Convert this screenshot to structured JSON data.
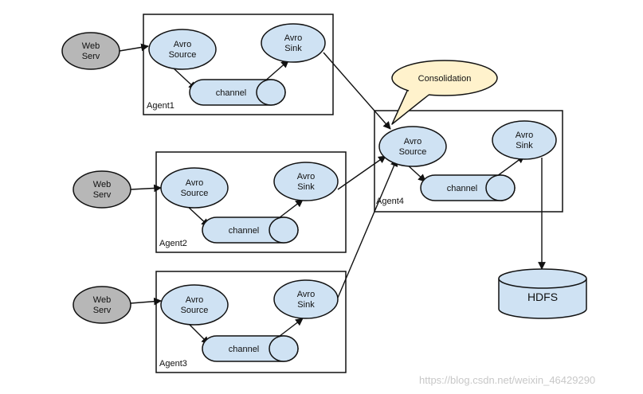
{
  "colors": {
    "node_fill": "#cfe2f3",
    "web_fill": "#b7b7b7",
    "bubble_fill": "#fff2cc",
    "stroke": "#111111"
  },
  "agents": [
    {
      "label": "Agent1",
      "source": [
        "Avro",
        "Source"
      ],
      "sink": [
        "Avro",
        "Sink"
      ],
      "channel": "channel"
    },
    {
      "label": "Agent2",
      "source": [
        "Avro",
        "Source"
      ],
      "sink": [
        "Avro",
        "Sink"
      ],
      "channel": "channel"
    },
    {
      "label": "Agent3",
      "source": [
        "Avro",
        "Source"
      ],
      "sink": [
        "Avro",
        "Sink"
      ],
      "channel": "channel"
    },
    {
      "label": "Agent4",
      "source": [
        "Avro",
        "Source"
      ],
      "sink": [
        "Avro",
        "Sink"
      ],
      "channel": "channel"
    }
  ],
  "web_servers": [
    [
      "Web",
      "Serv"
    ],
    [
      "Web",
      "Serv"
    ],
    [
      "Web",
      "Serv"
    ]
  ],
  "callout": "Consolidation",
  "storage": "HDFS",
  "watermark": "https://blog.csdn.net/weixin_46429290"
}
